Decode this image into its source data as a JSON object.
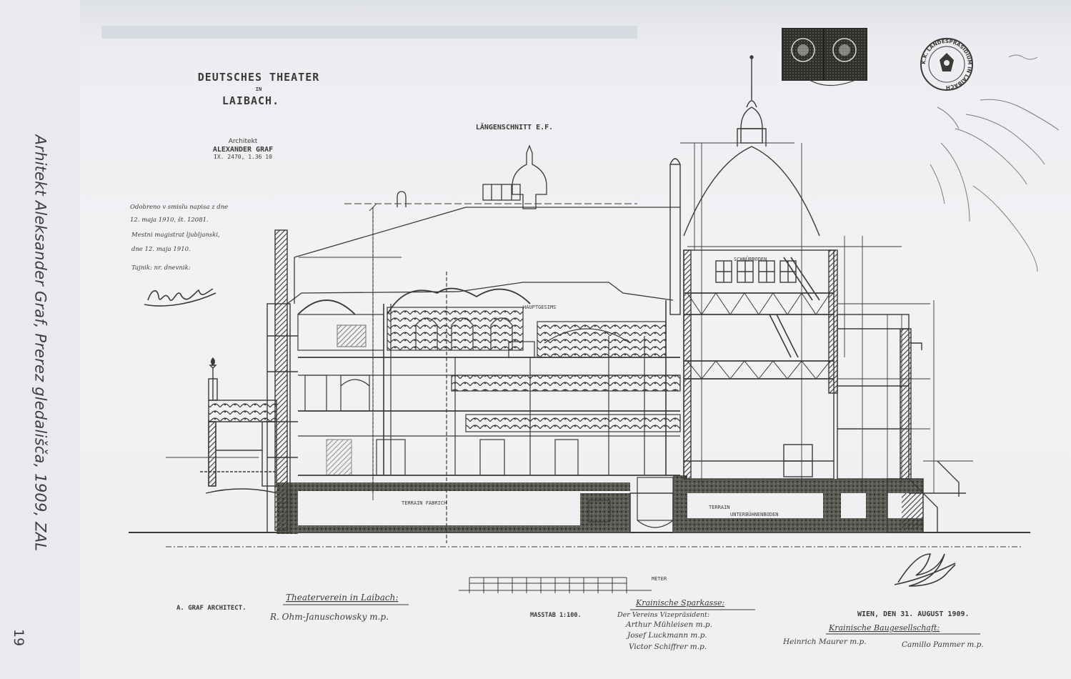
{
  "caption": "Arhitekt Aleksander Graf, Prerez gledališča, 1909, ZAL",
  "page_number": "19",
  "plan": {
    "title_line1": "DEUTSCHES THEATER",
    "title_in": "IN",
    "title_line2": "LAIBACH.",
    "architect_stamp_label": "Architekt",
    "architect_stamp_name": "ALEXANDER GRAF",
    "architect_stamp_addr": "IX. 2470, 1.36 10",
    "section_title": "LÄNGENSCHNITT E.F.",
    "approval_notes": [
      "Odobreno v smislu napisa z dne",
      "12. maja 1910, št. 12081.",
      "Mestni magistrat ljubljanski,",
      "dne 12. maja 1910.",
      "Tajnik: nr. dnevnik:"
    ],
    "seal_text": "K.K. LANDESPRÄSIDIUM IN LAIBACH",
    "architect_credit": "A. GRAF ARCHITECT.",
    "theaterverein_title": "Theaterverein in Laibach:",
    "theaterverein_signature": "R. Ohm-Januschowsky m.p.",
    "scale_label": "MASSTAB 1:100.",
    "scale_unit": "METER",
    "sparkasse_title": "Krainische Sparkasse:",
    "sparkasse_signatures": [
      "Der Vereins Vizepräsident:",
      "Arthur Mühleisen m.p.",
      "Josef Luckmann m.p.",
      "Victor Schiffrer m.p."
    ],
    "date_line": "WIEN, DEN 31. AUGUST 1909.",
    "baugesellschaft_title": "Krainische Baugesellschaft:",
    "baugesellschaft_signatures": [
      "Heinrich Maurer m.p.",
      "Camillo Pammer m.p."
    ],
    "labels": {
      "hauptgesims": "HAUPTGESIMS",
      "schnurboden": "SCHNÜRBODEN",
      "terrain": "TERRAIN",
      "unterbuhne": "UNTERBÜHNENBODEN",
      "terrain_fabrich": "TERRAIN FABRICH"
    },
    "ink_color": "#3a3a36"
  }
}
